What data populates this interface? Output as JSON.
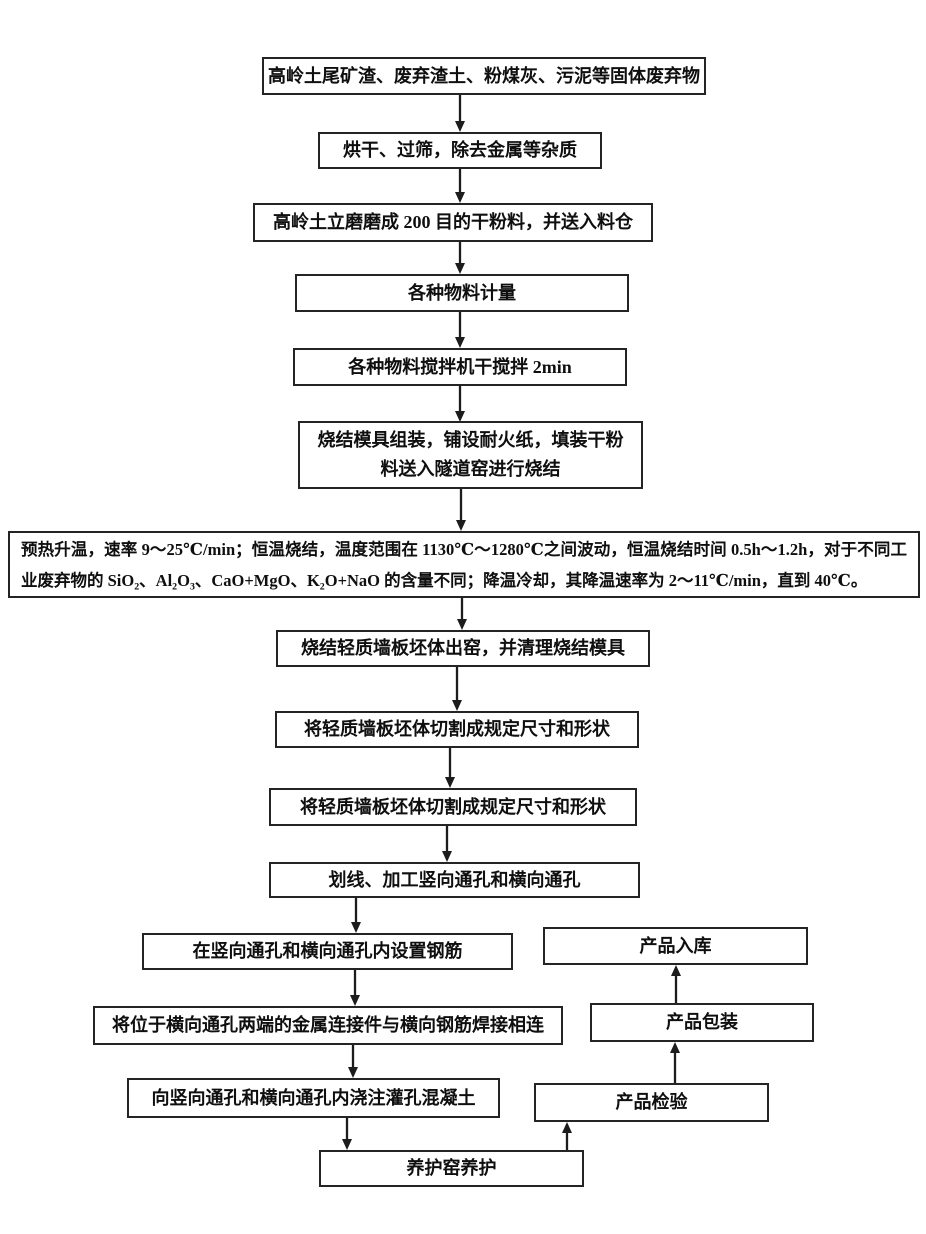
{
  "figure": {
    "background_color": "#ffffff",
    "line_color": "#1c1c1c",
    "type": "process-flowchart"
  },
  "steps": {
    "raw_materials": {
      "label": "高岭土尾矿渣、废弃渣土、粉煤灰、污泥等固体废弃物"
    },
    "drying_sieving": {
      "label": "烘干、过筛，除去金属等杂质"
    },
    "milling": {
      "label": "高岭土立磨磨成 200 目的干粉料，并送入料仓"
    },
    "metering": {
      "label": "各种物料计量"
    },
    "dry_mixing": {
      "label": "各种物料搅拌机干搅拌 2min"
    },
    "mold_assembly": {
      "label": "烧结模具组装，铺设耐火纸，填装干粉料送入隧道窑进行烧结"
    },
    "sintering": {
      "label": "预热升温，速率 9～25℃/min；恒温烧结，温度范围在 1130℃～1280℃之间波动，恒温烧结时间 0.5h～1.2h，对于不同工业废弃物的 SiO₂、Al₂O₃、CaO+MgO、K₂O+NaO 的含量不同；降温冷却，其降温速率为 2～11℃/min，直到 40℃。"
    },
    "demolding": {
      "label": "烧结轻质墙板坯体出窑，并清理烧结模具"
    },
    "cutting_1": {
      "label": "将轻质墙板坯体切割成规定尺寸和形状"
    },
    "cutting_2": {
      "label": "将轻质墙板坯体切割成规定尺寸和形状"
    },
    "scribing_holes": {
      "label": "划线、加工竖向通孔和横向通孔"
    },
    "rebar_placement": {
      "label": "在竖向通孔和横向通孔内设置钢筋"
    },
    "welding": {
      "label": "将位于横向通孔两端的金属连接件与横向钢筋焊接相连"
    },
    "grouting": {
      "label": "向竖向通孔和横向通孔内浇注灌孔混凝土"
    },
    "curing": {
      "label": "养护窑养护"
    },
    "inspection": {
      "label": "产品检验"
    },
    "packaging": {
      "label": "产品包装"
    },
    "warehousing": {
      "label": "产品入库"
    }
  },
  "edges": [
    {
      "from": "raw_materials",
      "to": "drying_sieving",
      "direction": "down"
    },
    {
      "from": "drying_sieving",
      "to": "milling",
      "direction": "down"
    },
    {
      "from": "milling",
      "to": "metering",
      "direction": "down"
    },
    {
      "from": "metering",
      "to": "dry_mixing",
      "direction": "down"
    },
    {
      "from": "dry_mixing",
      "to": "mold_assembly",
      "direction": "down"
    },
    {
      "from": "mold_assembly",
      "to": "sintering",
      "direction": "down"
    },
    {
      "from": "sintering",
      "to": "demolding",
      "direction": "down"
    },
    {
      "from": "demolding",
      "to": "cutting_1",
      "direction": "down"
    },
    {
      "from": "cutting_1",
      "to": "cutting_2",
      "direction": "down"
    },
    {
      "from": "cutting_2",
      "to": "scribing_holes",
      "direction": "down"
    },
    {
      "from": "scribing_holes",
      "to": "rebar_placement",
      "direction": "down"
    },
    {
      "from": "rebar_placement",
      "to": "welding",
      "direction": "down"
    },
    {
      "from": "welding",
      "to": "grouting",
      "direction": "down"
    },
    {
      "from": "grouting",
      "to": "curing",
      "direction": "down"
    },
    {
      "from": "curing",
      "to": "inspection",
      "direction": "up"
    },
    {
      "from": "inspection",
      "to": "packaging",
      "direction": "up"
    },
    {
      "from": "packaging",
      "to": "warehousing",
      "direction": "up"
    }
  ]
}
